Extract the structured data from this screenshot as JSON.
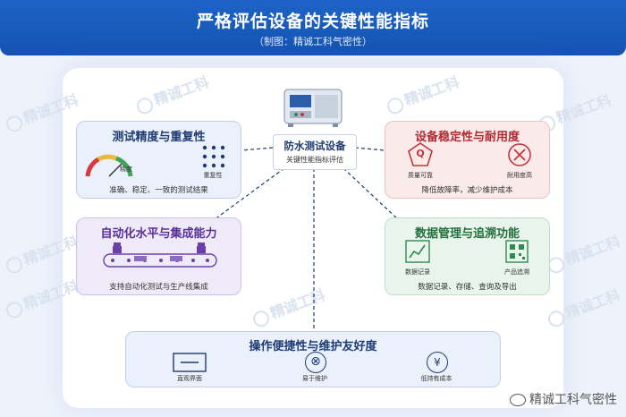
{
  "header": {
    "title": "严格评估设备的关键性能指标",
    "subtitle": "（制图：精诚工科气密性）"
  },
  "watermark": {
    "text": "精诚工科"
  },
  "center": {
    "title": "防水测试设备",
    "subtitle": "关键性能指标评估"
  },
  "cards": {
    "precision": {
      "title": "测试精度与重复性",
      "gauge_label": "精度",
      "dots_label": "重复性",
      "text": "准确、稳定、一致的测试结果"
    },
    "stability": {
      "title": "设备稳定性与耐用度",
      "quality_label": "质量可靠",
      "quality_glyph": "Q",
      "durability_label": "耐用度高",
      "text": "降低故障率，减少维护成本"
    },
    "automation": {
      "title": "自动化水平与集成能力",
      "text": "支持自动化测试与生产线集成"
    },
    "data": {
      "title": "数据管理与追溯功能",
      "record_label": "数据记录",
      "trace_label": "产品追溯",
      "text": "数据记录、存储、查询及导出"
    },
    "operation": {
      "title": "操作便捷性与维护友好度",
      "items": [
        {
          "label": "直观界面"
        },
        {
          "label": "易于维护",
          "glyph": "⊗"
        },
        {
          "label": "低持有成本",
          "glyph": "¥"
        }
      ]
    }
  },
  "footer": {
    "text": "精诚工科气密性"
  },
  "colors": {
    "header": "#1d63c6",
    "blue_card": "#eaf1fb",
    "red_card": "#fbeaea",
    "purple_card": "#efeaf8",
    "green_card": "#e9f5ec",
    "red": "#c8333a",
    "purple": "#6b3fa8",
    "green": "#2e8b4e",
    "navy": "#1f3b73"
  }
}
